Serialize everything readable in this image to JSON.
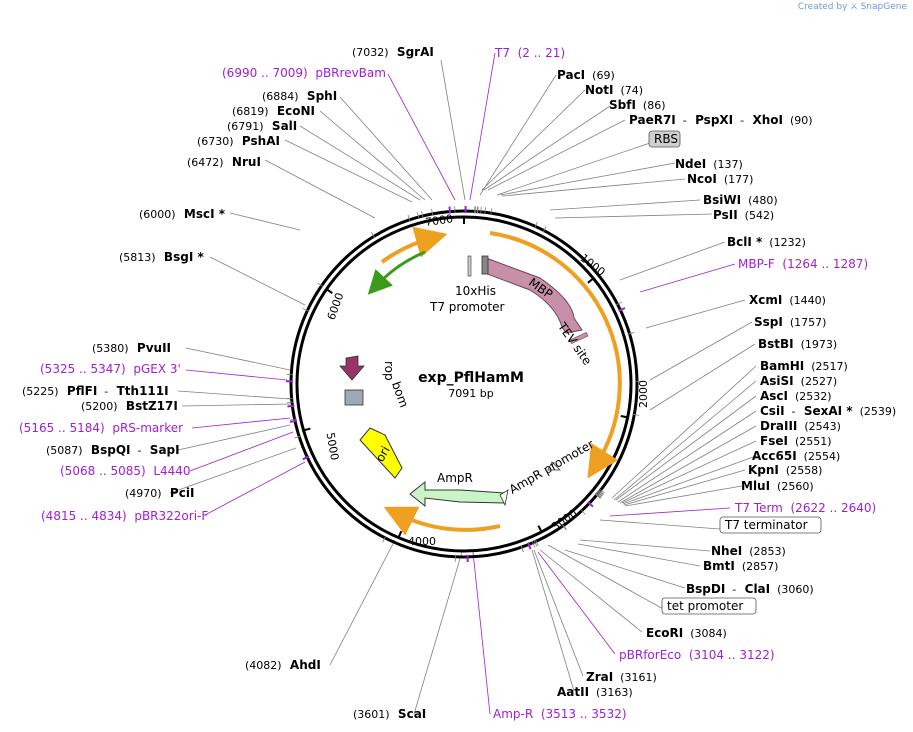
{
  "brand": {
    "created_by": "Created by",
    "name": "SnapGene"
  },
  "plasmid": {
    "name": "exp_PflHamM",
    "size_label": "7091 bp",
    "length": 7091
  },
  "ticks": [
    "1000",
    "2000",
    "3000",
    "4000",
    "5000",
    "6000",
    "7000"
  ],
  "sites": [
    {
      "id": "sgrai",
      "pos": 7032,
      "parts": [
        {
          "t": "(7032)",
          "k": "p"
        },
        {
          "t": "SgrAI",
          "k": "e"
        }
      ]
    },
    {
      "id": "t7",
      "pos": 10,
      "parts": [
        {
          "t": "T7",
          "k": "v"
        },
        {
          "t": "(2 .. 21)",
          "k": "v"
        }
      ]
    },
    {
      "id": "pbrrevbam",
      "pos": 6999,
      "parts": [
        {
          "t": "(6990 .. 7009)",
          "k": "v"
        },
        {
          "t": "pBRrevBam",
          "k": "v"
        }
      ]
    },
    {
      "id": "paci",
      "pos": 69,
      "parts": [
        {
          "t": "PacI",
          "k": "e"
        },
        {
          "t": "(69)",
          "k": "p"
        }
      ]
    },
    {
      "id": "noti",
      "pos": 74,
      "parts": [
        {
          "t": "NotI",
          "k": "e"
        },
        {
          "t": "(74)",
          "k": "p"
        }
      ]
    },
    {
      "id": "sbfi",
      "pos": 86,
      "parts": [
        {
          "t": "SbfI",
          "k": "e"
        },
        {
          "t": "(86)",
          "k": "p"
        }
      ]
    },
    {
      "id": "paer7i",
      "pos": 90,
      "parts": [
        {
          "t": "PaeR7I",
          "k": "e"
        },
        {
          "t": "-",
          "k": "p"
        },
        {
          "t": "PspXI",
          "k": "e"
        },
        {
          "t": "-",
          "k": "p"
        },
        {
          "t": "XhoI",
          "k": "e"
        },
        {
          "t": "(90)",
          "k": "p"
        }
      ]
    },
    {
      "id": "sphi",
      "pos": 6884,
      "parts": [
        {
          "t": "(6884)",
          "k": "p"
        },
        {
          "t": "SphI",
          "k": "e"
        }
      ]
    },
    {
      "id": "econi",
      "pos": 6819,
      "parts": [
        {
          "t": "(6819)",
          "k": "p"
        },
        {
          "t": "EcoNI",
          "k": "e"
        }
      ]
    },
    {
      "id": "sali",
      "pos": 6791,
      "parts": [
        {
          "t": "(6791)",
          "k": "p"
        },
        {
          "t": "SalI",
          "k": "e"
        }
      ]
    },
    {
      "id": "pshai",
      "pos": 6730,
      "parts": [
        {
          "t": "(6730)",
          "k": "p"
        },
        {
          "t": "PshAI",
          "k": "e"
        }
      ]
    },
    {
      "id": "rbs",
      "pos": 110,
      "parts": [
        {
          "t": "RBS",
          "k": "b"
        }
      ]
    },
    {
      "id": "ndei",
      "pos": 137,
      "parts": [
        {
          "t": "NdeI",
          "k": "e"
        },
        {
          "t": "(137)",
          "k": "p"
        }
      ]
    },
    {
      "id": "ncoi",
      "pos": 177,
      "parts": [
        {
          "t": "NcoI",
          "k": "e"
        },
        {
          "t": "(177)",
          "k": "p"
        }
      ]
    },
    {
      "id": "nrui",
      "pos": 6472,
      "parts": [
        {
          "t": "(6472)",
          "k": "p"
        },
        {
          "t": "NruI",
          "k": "e"
        }
      ]
    },
    {
      "id": "bsiwi",
      "pos": 480,
      "parts": [
        {
          "t": "BsiWI",
          "k": "e"
        },
        {
          "t": "(480)",
          "k": "p"
        }
      ]
    },
    {
      "id": "psti",
      "pos": 542,
      "parts": [
        {
          "t": "PsII",
          "k": "e"
        },
        {
          "t": "(542)",
          "k": "p"
        }
      ]
    },
    {
      "id": "msci",
      "pos": 6000,
      "parts": [
        {
          "t": "(6000)",
          "k": "p"
        },
        {
          "t": "MscI *",
          "k": "e"
        }
      ]
    },
    {
      "id": "bcli",
      "pos": 1232,
      "parts": [
        {
          "t": "BclI *",
          "k": "e"
        },
        {
          "t": "(1232)",
          "k": "p"
        }
      ]
    },
    {
      "id": "bsgi",
      "pos": 5813,
      "parts": [
        {
          "t": "(5813)",
          "k": "p"
        },
        {
          "t": "BsgI *",
          "k": "e"
        }
      ]
    },
    {
      "id": "mbpf",
      "pos": 1275,
      "parts": [
        {
          "t": "MBP-F",
          "k": "v"
        },
        {
          "t": "(1264 .. 1287)",
          "k": "v"
        }
      ]
    },
    {
      "id": "xcmi",
      "pos": 1440,
      "parts": [
        {
          "t": "XcmI",
          "k": "e"
        },
        {
          "t": "(1440)",
          "k": "p"
        }
      ]
    },
    {
      "id": "sspi",
      "pos": 1757,
      "parts": [
        {
          "t": "SspI",
          "k": "e"
        },
        {
          "t": "(1757)",
          "k": "p"
        }
      ]
    },
    {
      "id": "pvuii",
      "pos": 5380,
      "parts": [
        {
          "t": "(5380)",
          "k": "p"
        },
        {
          "t": "PvuII",
          "k": "e"
        }
      ]
    },
    {
      "id": "bstbi",
      "pos": 1973,
      "parts": [
        {
          "t": "BstBI",
          "k": "e"
        },
        {
          "t": "(1973)",
          "k": "p"
        }
      ]
    },
    {
      "id": "pgex3",
      "pos": 5336,
      "parts": [
        {
          "t": "(5325 .. 5347)",
          "k": "v"
        },
        {
          "t": "pGEX 3'",
          "k": "v"
        }
      ]
    },
    {
      "id": "bamhi",
      "pos": 2517,
      "parts": [
        {
          "t": "BamHI",
          "k": "e"
        },
        {
          "t": "(2517)",
          "k": "p"
        }
      ]
    },
    {
      "id": "pflfi",
      "pos": 5225,
      "parts": [
        {
          "t": "(5225)",
          "k": "p"
        },
        {
          "t": "PflFI",
          "k": "e"
        },
        {
          "t": "-",
          "k": "p"
        },
        {
          "t": "Tth111I",
          "k": "e"
        }
      ]
    },
    {
      "id": "asisi",
      "pos": 2527,
      "parts": [
        {
          "t": "AsiSI",
          "k": "e"
        },
        {
          "t": "(2527)",
          "k": "p"
        }
      ]
    },
    {
      "id": "asci",
      "pos": 2532,
      "parts": [
        {
          "t": "AscI",
          "k": "e"
        },
        {
          "t": "(2532)",
          "k": "p"
        }
      ]
    },
    {
      "id": "bstz17i",
      "pos": 5200,
      "parts": [
        {
          "t": "(5200)",
          "k": "p"
        },
        {
          "t": "BstZ17I",
          "k": "e"
        }
      ]
    },
    {
      "id": "csii",
      "pos": 2539,
      "parts": [
        {
          "t": "CsiI",
          "k": "e"
        },
        {
          "t": "-",
          "k": "p"
        },
        {
          "t": "SexAI *",
          "k": "e"
        },
        {
          "t": "(2539)",
          "k": "p"
        }
      ]
    },
    {
      "id": "prsmarker",
      "pos": 5175,
      "parts": [
        {
          "t": "(5165 .. 5184)",
          "k": "v"
        },
        {
          "t": "pRS-marker",
          "k": "v"
        }
      ]
    },
    {
      "id": "draiii",
      "pos": 2543,
      "parts": [
        {
          "t": "DraIII",
          "k": "e"
        },
        {
          "t": "(2543)",
          "k": "p"
        }
      ]
    },
    {
      "id": "bspqi",
      "pos": 5087,
      "parts": [
        {
          "t": "(5087)",
          "k": "p"
        },
        {
          "t": "BspQI",
          "k": "e"
        },
        {
          "t": "-",
          "k": "p"
        },
        {
          "t": "SapI",
          "k": "e"
        }
      ]
    },
    {
      "id": "fsei",
      "pos": 2551,
      "parts": [
        {
          "t": "FseI",
          "k": "e"
        },
        {
          "t": "(2551)",
          "k": "p"
        }
      ]
    },
    {
      "id": "acc65i",
      "pos": 2554,
      "parts": [
        {
          "t": "Acc65I",
          "k": "e"
        },
        {
          "t": "(2554)",
          "k": "p"
        }
      ]
    },
    {
      "id": "l4440",
      "pos": 5076,
      "parts": [
        {
          "t": "(5068 .. 5085)",
          "k": "v"
        },
        {
          "t": "L4440",
          "k": "v"
        }
      ]
    },
    {
      "id": "kpni",
      "pos": 2558,
      "parts": [
        {
          "t": "KpnI",
          "k": "e"
        },
        {
          "t": "(2558)",
          "k": "p"
        }
      ]
    },
    {
      "id": "mlui",
      "pos": 2560,
      "parts": [
        {
          "t": "MluI",
          "k": "e"
        },
        {
          "t": "(2560)",
          "k": "p"
        }
      ]
    },
    {
      "id": "pcli",
      "pos": 4970,
      "parts": [
        {
          "t": "(4970)",
          "k": "p"
        },
        {
          "t": "PciI",
          "k": "e"
        }
      ]
    },
    {
      "id": "t7term",
      "pos": 2631,
      "parts": [
        {
          "t": "T7 Term",
          "k": "v"
        },
        {
          "t": "(2622 .. 2640)",
          "k": "v"
        }
      ]
    },
    {
      "id": "pbr322ori",
      "pos": 4825,
      "parts": [
        {
          "t": "(4815 .. 4834)",
          "k": "v"
        },
        {
          "t": "pBR322ori-F",
          "k": "v"
        }
      ]
    },
    {
      "id": "t7terminator",
      "pos": 2700,
      "parts": [
        {
          "t": "T7 terminator",
          "k": "b"
        }
      ]
    },
    {
      "id": "nhei",
      "pos": 2853,
      "parts": [
        {
          "t": "NheI",
          "k": "e"
        },
        {
          "t": "(2853)",
          "k": "p"
        }
      ]
    },
    {
      "id": "bmti",
      "pos": 2857,
      "parts": [
        {
          "t": "BmtI",
          "k": "e"
        },
        {
          "t": "(2857)",
          "k": "p"
        }
      ]
    },
    {
      "id": "bspdi",
      "pos": 3060,
      "parts": [
        {
          "t": "BspDI",
          "k": "e"
        },
        {
          "t": "-",
          "k": "p"
        },
        {
          "t": "ClaI",
          "k": "e"
        },
        {
          "t": "(3060)",
          "k": "p"
        }
      ]
    },
    {
      "id": "tetpromoter",
      "pos": 3070,
      "parts": [
        {
          "t": "tet promoter",
          "k": "b"
        }
      ]
    },
    {
      "id": "ecori",
      "pos": 3084,
      "parts": [
        {
          "t": "EcoRI",
          "k": "e"
        },
        {
          "t": "(3084)",
          "k": "p"
        }
      ]
    },
    {
      "id": "pbrforeco",
      "pos": 3113,
      "parts": [
        {
          "t": "pBRforEco",
          "k": "v"
        },
        {
          "t": "(3104 .. 3122)",
          "k": "v"
        }
      ]
    },
    {
      "id": "ahdi",
      "pos": 4082,
      "parts": [
        {
          "t": "(4082)",
          "k": "p"
        },
        {
          "t": "AhdI",
          "k": "e"
        }
      ]
    },
    {
      "id": "zrai",
      "pos": 3161,
      "parts": [
        {
          "t": "ZraI",
          "k": "e"
        },
        {
          "t": "(3161)",
          "k": "p"
        }
      ]
    },
    {
      "id": "aatii",
      "pos": 3163,
      "parts": [
        {
          "t": "AatII",
          "k": "e"
        },
        {
          "t": "(3163)",
          "k": "p"
        }
      ]
    },
    {
      "id": "scai",
      "pos": 3601,
      "parts": [
        {
          "t": "(3601)",
          "k": "p"
        },
        {
          "t": "ScaI",
          "k": "e"
        }
      ]
    },
    {
      "id": "ampr_primer",
      "pos": 3522,
      "parts": [
        {
          "t": "Amp-R",
          "k": "v"
        },
        {
          "t": "(3513 .. 3532)",
          "k": "v"
        }
      ]
    }
  ],
  "features": {
    "t7_promoter": "T7 promoter",
    "his_tag": "10xHis",
    "mbp": "MBP",
    "tev": "TEV site",
    "ampr_promoter": "AmpR promoter",
    "ampr": "AmpR",
    "ori": "ori",
    "bom": "bom",
    "rop": "rop"
  },
  "colors": {
    "enzyme": "#000000",
    "primer": "#a020d0",
    "mbp": "#c88fa8",
    "ampr": "#c9f5c6",
    "ori": "#ffff00",
    "rop": "#993366",
    "bom": "#a0a8b4",
    "orf": "#f0a020",
    "orf_green": "#3a9a1a"
  }
}
